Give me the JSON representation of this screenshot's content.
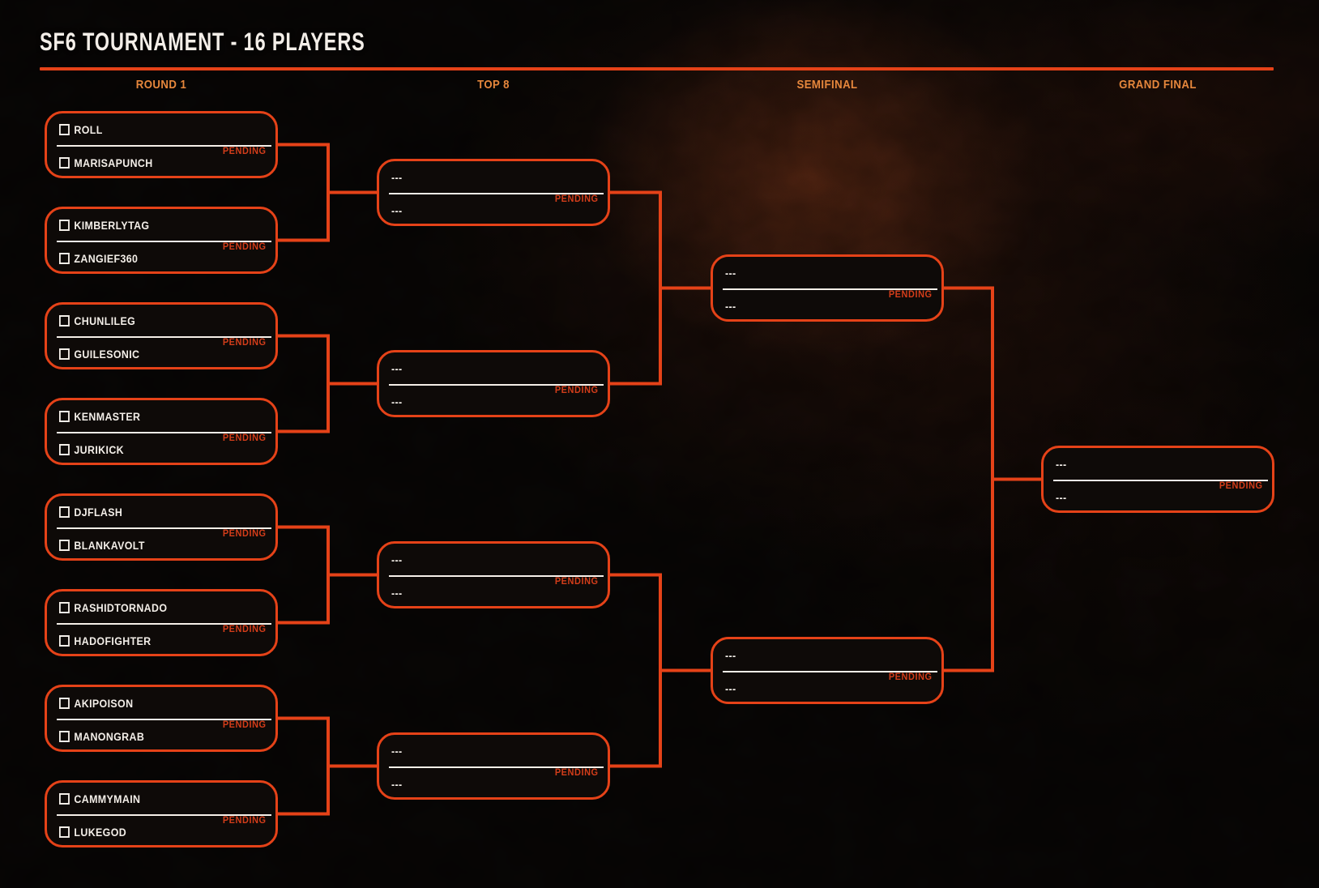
{
  "title": "SF6 TOURNAMENT - 16 PLAYERS",
  "colors": {
    "accent": "#e54218",
    "header_text": "#e6873c",
    "pending_text": "#d33d1a",
    "player_text": "#f3eee8",
    "card_background": "#0e0a08",
    "page_background": "#0a0807"
  },
  "icons": {
    "player_slot_icon": "empty-checkbox-icon"
  },
  "rounds": [
    {
      "label": "ROUND 1",
      "matches": [
        {
          "p1": "ROLL",
          "p2": "MARISAPUNCH",
          "status": "PENDING"
        },
        {
          "p1": "KIMBERLYTAG",
          "p2": "ZANGIEF360",
          "status": "PENDING"
        },
        {
          "p1": "CHUNLILEG",
          "p2": "GUILESONIC",
          "status": "PENDING"
        },
        {
          "p1": "KENMASTER",
          "p2": "JURIKICK",
          "status": "PENDING"
        },
        {
          "p1": "DJFLASH",
          "p2": "BLANKAVOLT",
          "status": "PENDING"
        },
        {
          "p1": "RASHIDTORNADO",
          "p2": "HADOFIGHTER",
          "status": "PENDING"
        },
        {
          "p1": "AKIPOISON",
          "p2": "MANONGRAB",
          "status": "PENDING"
        },
        {
          "p1": "CAMMYMAIN",
          "p2": "LUKEGOD",
          "status": "PENDING"
        }
      ]
    },
    {
      "label": "TOP 8",
      "matches": [
        {
          "p1": "---",
          "p2": "---",
          "status": "PENDING"
        },
        {
          "p1": "---",
          "p2": "---",
          "status": "PENDING"
        },
        {
          "p1": "---",
          "p2": "---",
          "status": "PENDING"
        },
        {
          "p1": "---",
          "p2": "---",
          "status": "PENDING"
        }
      ]
    },
    {
      "label": "SEMIFINAL",
      "matches": [
        {
          "p1": "---",
          "p2": "---",
          "status": "PENDING"
        },
        {
          "p1": "---",
          "p2": "---",
          "status": "PENDING"
        }
      ]
    },
    {
      "label": "GRAND FINAL",
      "matches": [
        {
          "p1": "---",
          "p2": "---",
          "status": "PENDING"
        }
      ]
    }
  ]
}
